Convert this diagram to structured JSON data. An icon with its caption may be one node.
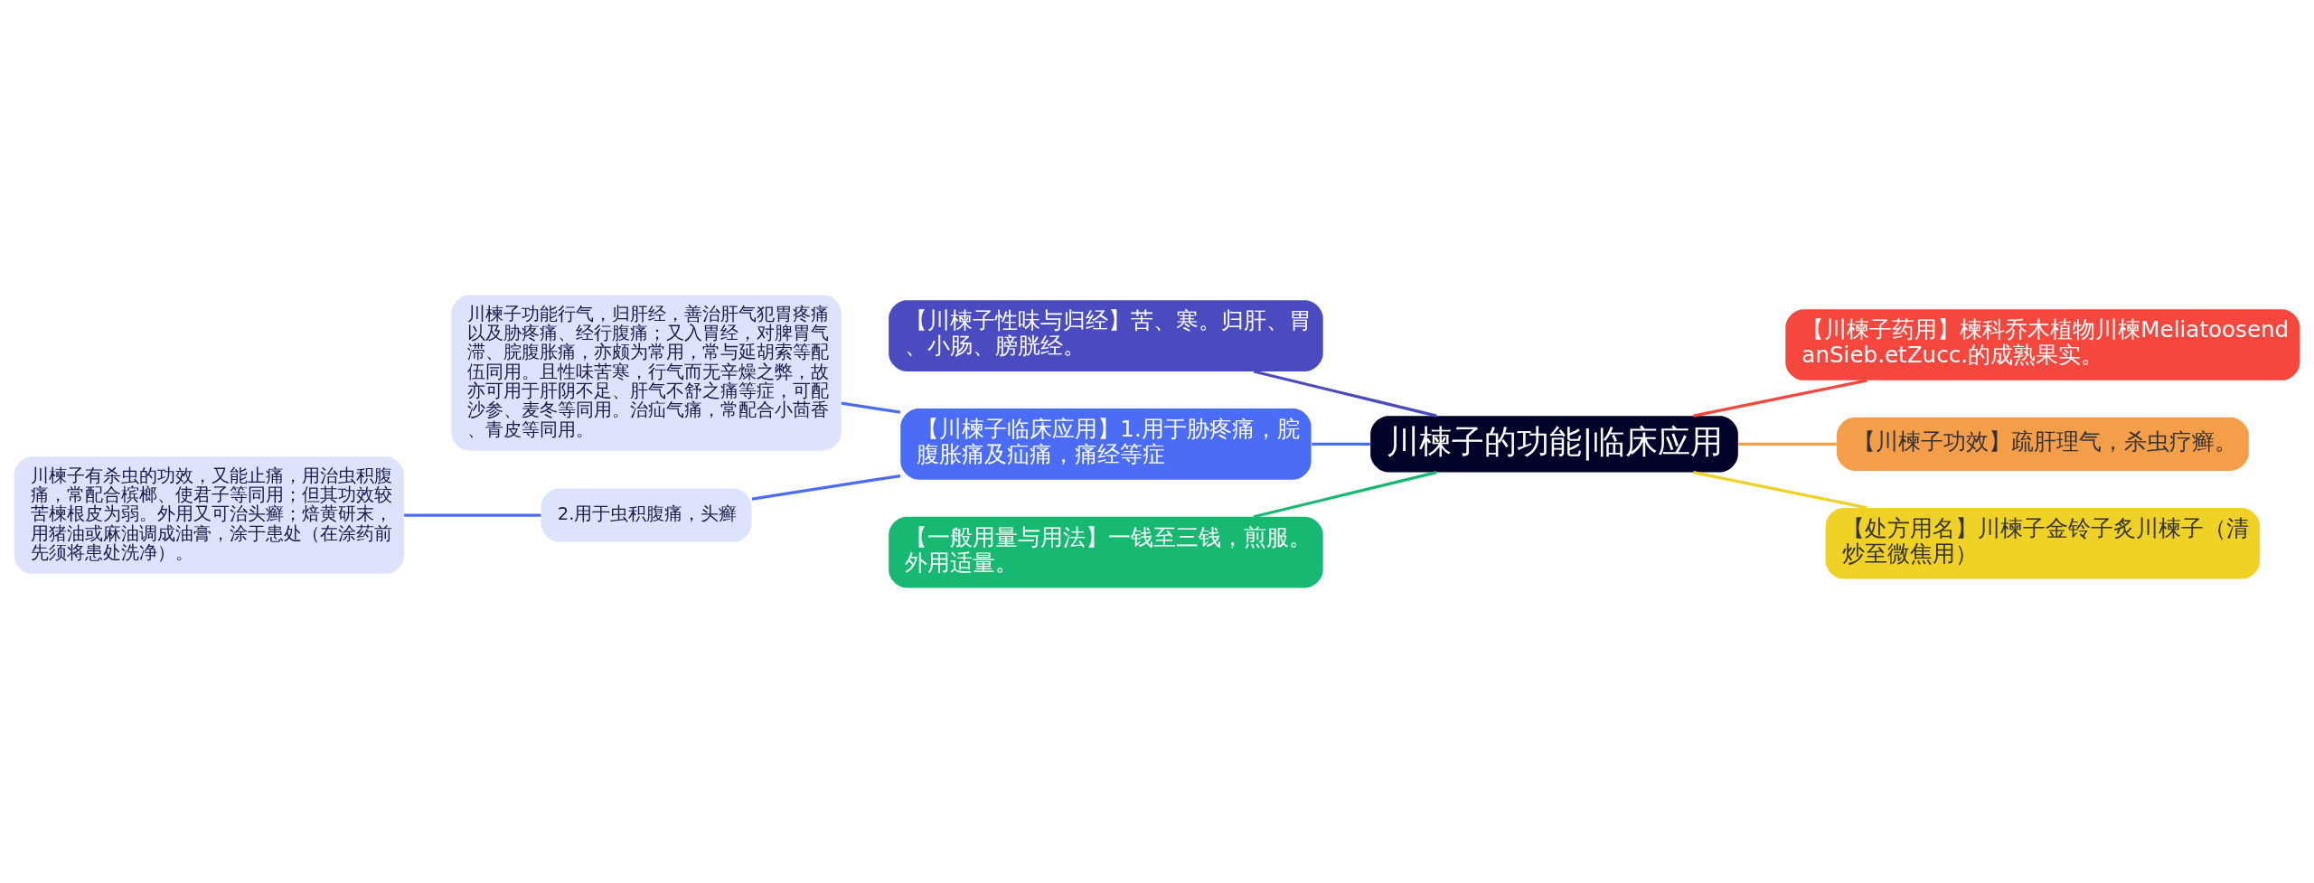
{
  "diagram": {
    "nodes": [
      {
        "text": [
          "川楝子的功能|临床应用"
        ]
      },
      {
        "text": [
          "【川楝子性味与归经】苦、寒。归肝、胃、小肠、膀胱经。"
        ]
      },
      {
        "text": [
          "【川楝子临床应用】1.用于胁疼痛，脘腹胀痛及疝痛，痛经等症"
        ]
      },
      {
        "text": [
          "川楝子功能行气，归肝经，善治肝气犯胃疼痛以及胁疼痛、经行腹痛；又入胃经，对脾胃气滞、脘腹胀痛，亦颇为常用，常与延胡索等配伍同用。且性味苦寒，行气而无辛燥之弊，故亦可用于肝阴不足、肝气不舒之痛等症，可配沙参、麦冬等同用。治疝气痛，常配合小茴香、青皮等同用。"
        ]
      },
      {
        "text": [
          "2.用于虫积腹痛，头癣"
        ]
      },
      {
        "text": [
          "川楝子有杀虫的功效，又能止痛，用治虫积腹痛，常配合槟榔、使君子等同用；但其功效较苦楝根皮为弱。外用又可治头癣；焙黄研末，用猪油或麻油调成油膏，涂于患处（在涂药前先须将患处洗净）。"
        ]
      },
      {
        "text": [
          "【一般用量与用法】一钱至三钱，煎服。外用适量。"
        ]
      },
      {
        "text": [
          "【川楝子药用】楝科乔木植物川楝MeliatoosendanSieb.etZucc.的成熟果实。"
        ]
      },
      {
        "text": [
          "【川楝子功效】疏肝理气，杀虫疗癣。"
        ]
      },
      {
        "text": [
          "【处方用名】川楝子金铃子炙川楝子（清炒至微焦用）"
        ]
      }
    ],
    "edges": [
      {
        "from": 0,
        "to": 1,
        "arrow": "none",
        "color": "#4a4bbf"
      },
      {
        "from": 0,
        "to": 2,
        "arrow": "none",
        "color": "#4a6cf7"
      },
      {
        "from": 2,
        "to": 3,
        "arrow": "none",
        "color": "#4a6cf7"
      },
      {
        "from": 2,
        "to": 4,
        "arrow": "none",
        "color": "#4a6cf7"
      },
      {
        "from": 4,
        "to": 5,
        "arrow": "none",
        "color": "#4a6cf7"
      },
      {
        "from": 0,
        "to": 6,
        "arrow": "none",
        "color": "#16b872"
      },
      {
        "from": 0,
        "to": 7,
        "arrow": "none",
        "color": "#f5473d"
      },
      {
        "from": 0,
        "to": 8,
        "arrow": "none",
        "color": "#f59e4a"
      },
      {
        "from": 0,
        "to": 9,
        "arrow": "none",
        "color": "#f0d125"
      }
    ]
  }
}
